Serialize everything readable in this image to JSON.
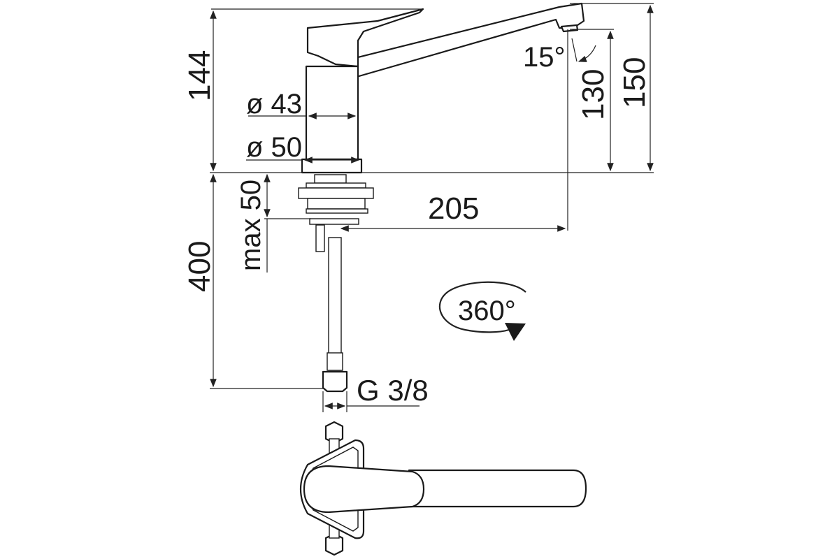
{
  "drawing": {
    "dimensions": {
      "total_height": "144",
      "body_diameter": "ø 43",
      "base_diameter": "ø 50",
      "spout_height_outer": "150",
      "spout_height_inner": "130",
      "spout_angle": "15°",
      "spout_reach": "205",
      "hose_length": "400",
      "max_deck_thickness": "max 50",
      "connection_thread": "G 3/8",
      "rotation": "360°"
    },
    "colors": {
      "line": "#1a1a1a",
      "background": "#ffffff"
    }
  }
}
